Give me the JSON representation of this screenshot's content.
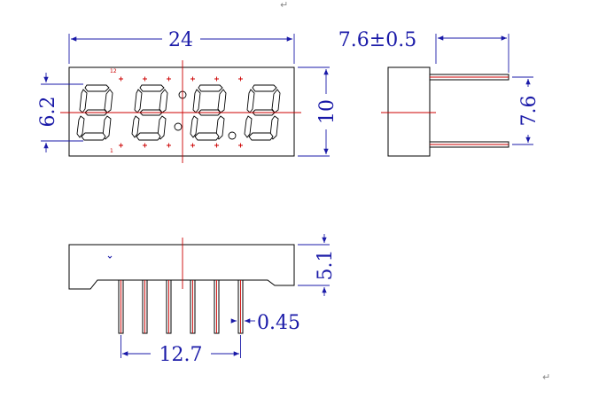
{
  "front_view": {
    "width_label": "24",
    "height_label": "10",
    "digit_height_label": "6.2",
    "pin_marker_top": "12",
    "pin_marker_bottom": "1"
  },
  "side_view": {
    "depth_label": "7.6±0.5",
    "pin_span_label": "7.6"
  },
  "bottom_view": {
    "body_height_label": "5.1",
    "pin_diameter_label": "0.45",
    "pin_pitch_label": "12.7"
  },
  "paragraph_marks": [
    "↵",
    "↵"
  ],
  "colors": {
    "dimension": "#1a1aa8",
    "centerline": "#cc0000",
    "outline": "#000000"
  }
}
